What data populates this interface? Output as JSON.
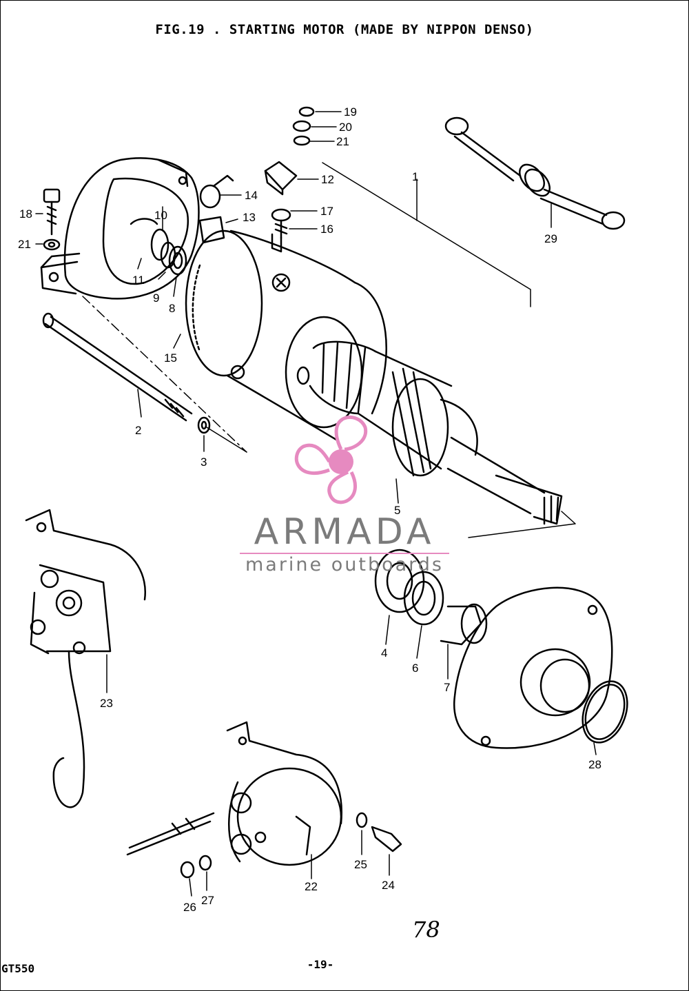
{
  "title": "FIG.19 . STARTING MOTOR (MADE BY NIPPON DENSO)",
  "footer": {
    "model": "GT550",
    "page": "-19-"
  },
  "handwritten_note": "78",
  "watermark": {
    "name": "ARMADA",
    "subtitle": "marine outboards",
    "accent_color": "#e68ac0",
    "text_color": "#7b7b7b"
  },
  "callouts": {
    "p1": "1",
    "p2": "2",
    "p3": "3",
    "p4": "4",
    "p5": "5",
    "p6": "6",
    "p7": "7",
    "p8": "8",
    "p9": "9",
    "p10": "10",
    "p11": "11",
    "p12": "12",
    "p13": "13",
    "p14": "14",
    "p15": "15",
    "p16": "16",
    "p17": "17",
    "p18": "18",
    "p19": "19",
    "p20": "20",
    "p21a": "21",
    "p21b": "21",
    "p22": "22",
    "p23": "23",
    "p24": "24",
    "p25": "25",
    "p26": "26",
    "p27": "27",
    "p28": "28",
    "p29": "29"
  }
}
